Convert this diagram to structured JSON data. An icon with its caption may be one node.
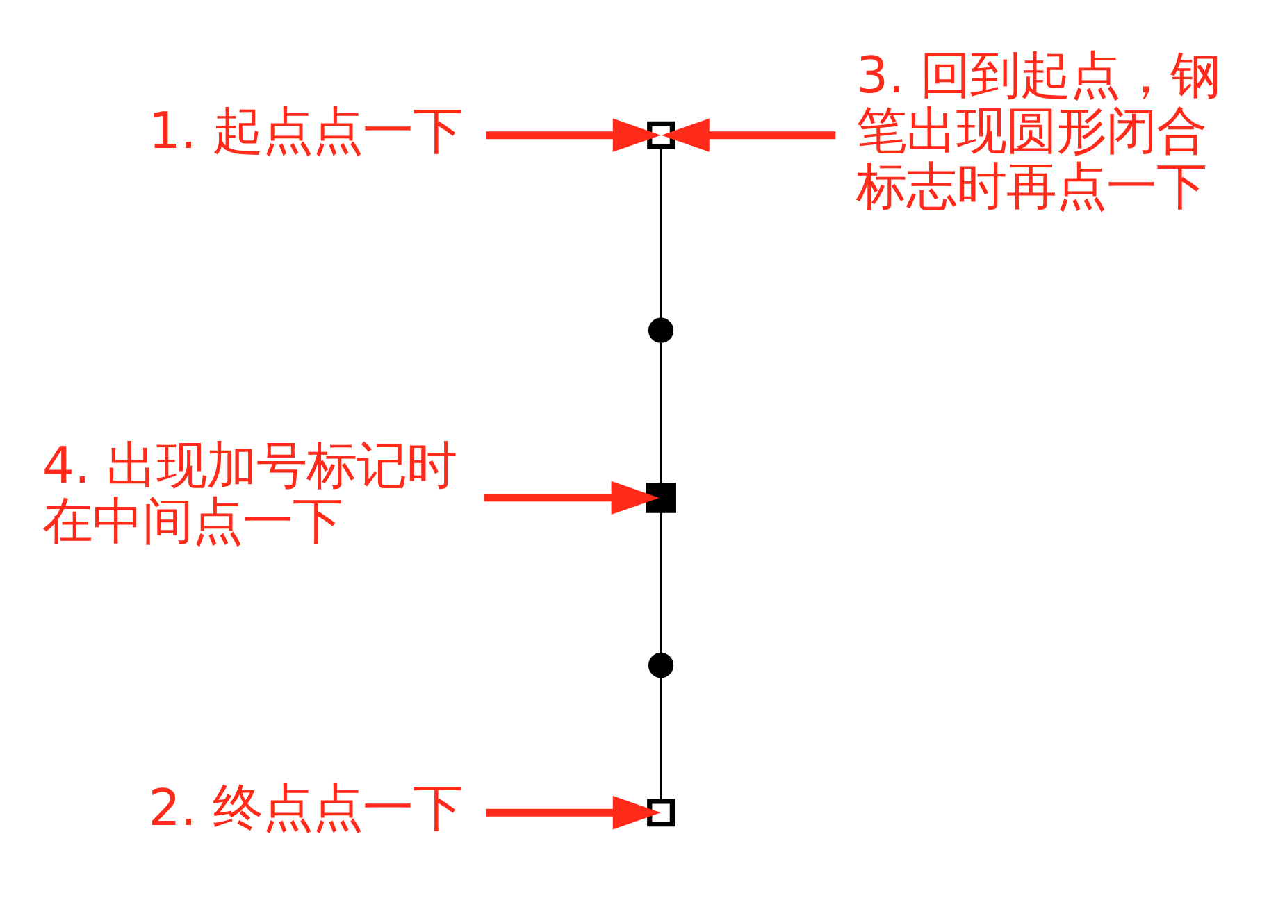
{
  "diagram": {
    "nodes": [
      {
        "text": [
          "1. 起点点一下"
        ]
      },
      {
        "text": [
          "3. 回到起点，钢笔出现圆形闭合标志时再点一下"
        ]
      },
      {
        "text": [],
        "shape": "box"
      },
      {
        "text": [
          "4. 出现加号标记时在中间点一下"
        ]
      },
      {
        "text": [],
        "shape": "circle"
      },
      {
        "text": [],
        "shape": "box"
      },
      {
        "text": [],
        "shape": "circle"
      },
      {
        "text": [],
        "shape": "box"
      },
      {
        "text": [
          "2. 终点点一下"
        ]
      }
    ],
    "edges": [
      {
        "from": 0,
        "to": 2,
        "arrow": "to",
        "style": "thick",
        "color": "#ff2a1a"
      },
      {
        "from": 8,
        "to": 7,
        "arrow": "to",
        "style": "thick",
        "color": "#ff2a1a"
      },
      {
        "from": 1,
        "to": 2,
        "arrow": "to",
        "style": "thick",
        "color": "#ff2a1a"
      },
      {
        "from": 3,
        "to": 5,
        "arrow": "to",
        "style": "thick",
        "color": "#ff2a1a"
      },
      {
        "from": 2,
        "to": 4,
        "arrow": "none",
        "color": "#000000"
      },
      {
        "from": 4,
        "to": 5,
        "arrow": "none",
        "color": "#000000"
      },
      {
        "from": 5,
        "to": 6,
        "arrow": "none",
        "color": "#000000"
      },
      {
        "from": 6,
        "to": 7,
        "arrow": "none",
        "color": "#000000"
      }
    ]
  }
}
